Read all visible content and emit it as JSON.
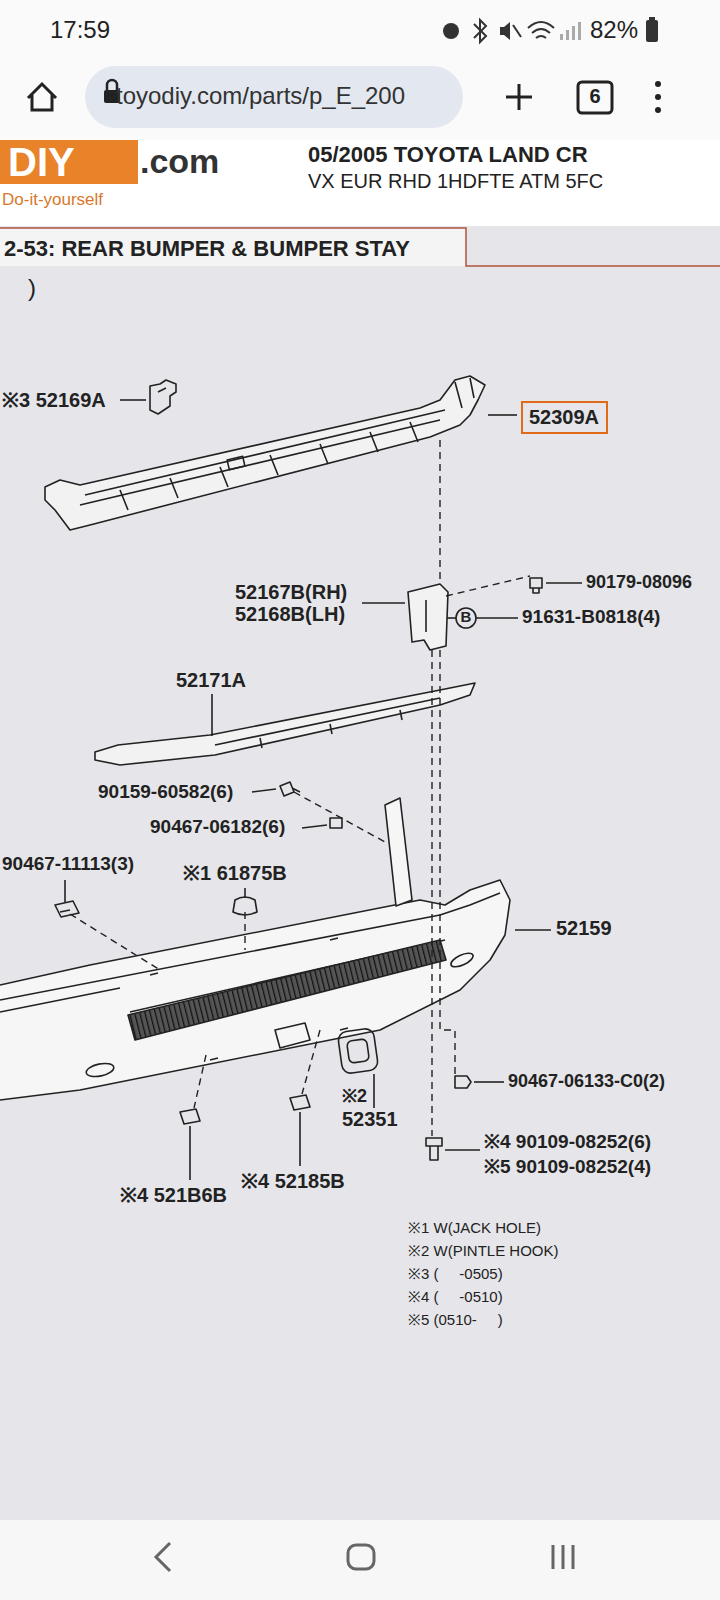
{
  "diagram": {
    "title": "2-53: REAR BUMPER & BUMPER STAY",
    "nodes": [
      {
        "text": [
          "52309A"
        ]
      }
    ],
    "labels": [
      "17:59",
      "82%",
      "toyodiy.com/parts/p_E_200",
      "6",
      "DIY",
      ".com",
      "Do-it-yourself",
      "05/2005 TOYOTA LAND CR",
      "VX EUR RHD 1HDFTE ATM 5FC",
      ")",
      "※3 52169A",
      "52167B(RH)",
      "52168B(LH)",
      "90179-08096",
      "B",
      "91631-B0818(4)",
      "52171A",
      "90159-60582(6)",
      "90467-06182(6)",
      "90467-11113(3)",
      "※1 61875B",
      "52159",
      "※2",
      "52351",
      "90467-06133-C0(2)",
      "※4 90109-08252(6)",
      "※5 90109-08252(4)",
      "※4 521B6B",
      "※4 52185B",
      "※1 W(JACK HOLE)",
      "※2 W(PINTLE HOOK)",
      "※3 (     -0505)",
      "※4 (     -0510)",
      "※5 (0510-     )"
    ]
  }
}
